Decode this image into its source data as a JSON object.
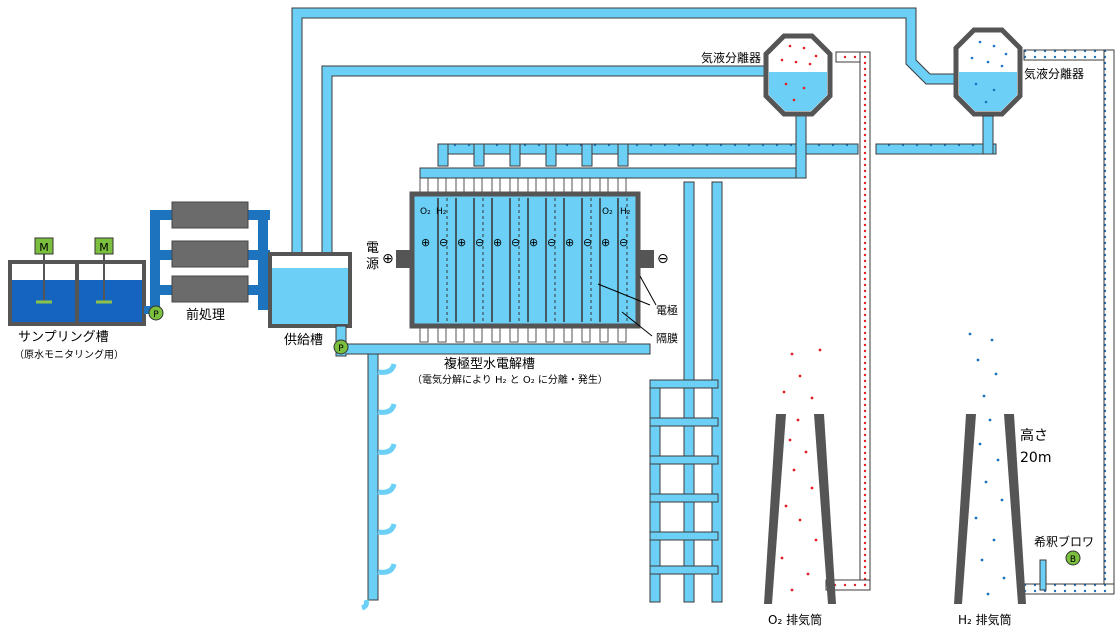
{
  "labels": {
    "sampling_tank": "サンプリング槽",
    "sampling_tank_sub": "（原水モニタリング用）",
    "pretreatment": "前処理",
    "supply_tank": "供給槽",
    "electrolyzer": "複極型水電解槽",
    "electrolyzer_sub": "（電気分解により H₂ と O₂ に分離・発生）",
    "separator_left": "気液分離器",
    "separator_right": "気液分離器",
    "power_source": "電源",
    "electrode": "電極",
    "membrane": "隔膜",
    "o2_gas_out": "O₂",
    "h2_gas_out": "H₂",
    "o2_stack": "O₂ 排気筒",
    "h2_stack": "H₂ 排気筒",
    "height": "高さ",
    "height_value": "20m",
    "blower": "希釈ブロワ",
    "motor": "M",
    "pump": "P",
    "blower_symbol": "B",
    "plus": "⊕",
    "minus": "⊖"
  },
  "colors": {
    "water_blue": "#6ccff6",
    "pipe_blue": "#1e73be",
    "raw_water": "#1565c0",
    "tank_gray": "#555555",
    "o2_red": "#e31e24",
    "h2_blue": "#1e73be",
    "motor_green": "#7bbf3f"
  }
}
